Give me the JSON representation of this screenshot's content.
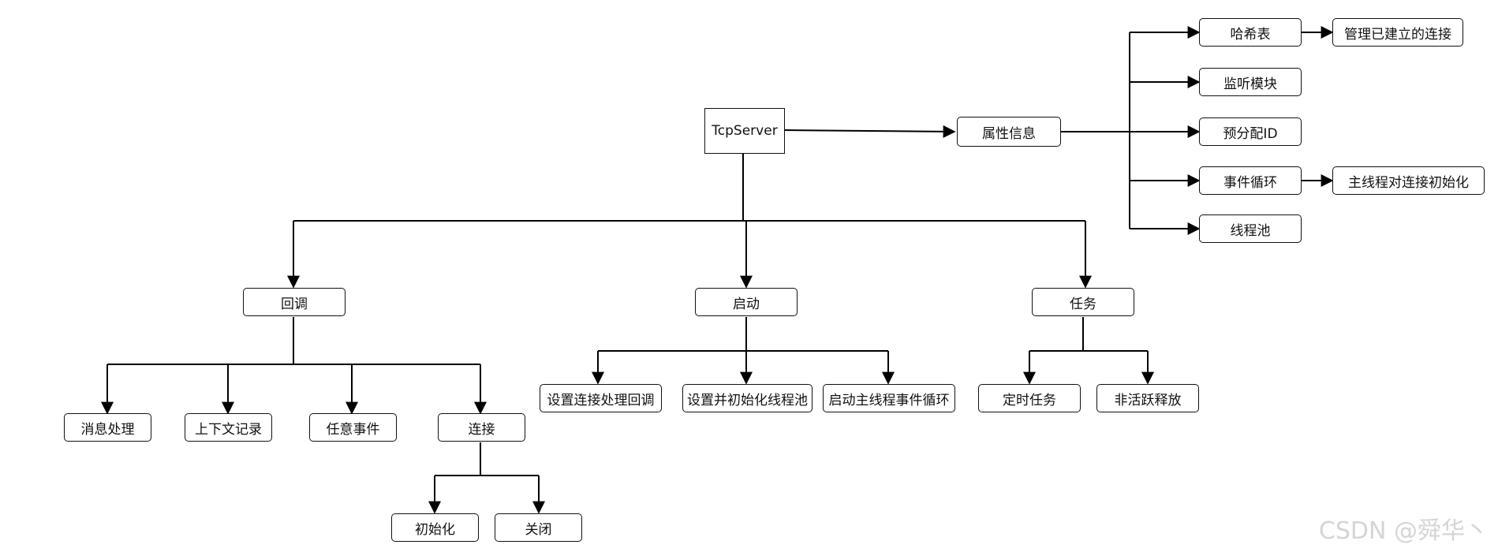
{
  "nodes": {
    "root": "TcpServer",
    "attr": "属性信息",
    "hash": "哈希表",
    "manage": "管理已建立的连接",
    "listen": "监听模块",
    "preid": "预分配ID",
    "loop": "事件循环",
    "mainloop": "主线程对连接初始化",
    "pool": "线程池",
    "callback": "回调",
    "start": "启动",
    "task": "任务",
    "msg": "消息处理",
    "ctx": "上下文记录",
    "any": "任意事件",
    "conn": "连接",
    "init": "初始化",
    "close": "关闭",
    "setconn": "设置连接处理回调",
    "setpool": "设置并初始化线程池",
    "startloop": "启动主线程事件循环",
    "timer": "定时任务",
    "release": "非活跃释放"
  },
  "watermark": "CSDN @舜华丶"
}
